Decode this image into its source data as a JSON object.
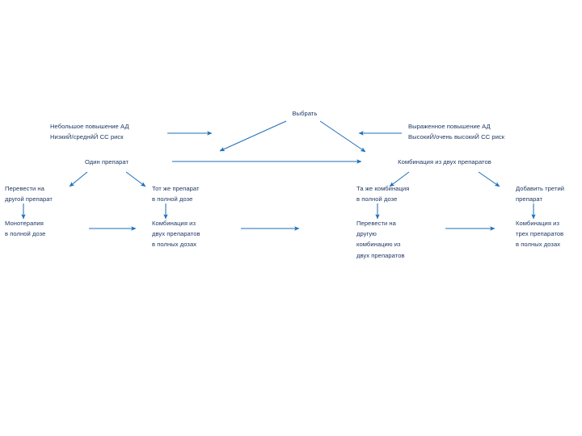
{
  "diagram": {
    "title_node": {
      "label": "Выбрать"
    },
    "colors": {
      "text": "#1F3864",
      "arrow": "#1F6FB5",
      "background": "#FFFFFF"
    },
    "branch_left": {
      "condition": {
        "line1": "Небольшое повышение АД",
        "line2": "НизкиЙ/среднйЙ СС риск"
      },
      "strategy": {
        "label": "Один препарат"
      },
      "option_a": {
        "step1_line1": "Перевести на",
        "step1_line2": "другой препарат",
        "step2_line1": "Монотерапия",
        "step2_line2": "в полной дозе"
      },
      "option_b": {
        "step1_line1": "Тот же препарат",
        "step1_line2": "в полной дозе",
        "step2_line1": "Комбинация из",
        "step2_line2": "двух препаратов",
        "step2_line3": "в полных дозах"
      }
    },
    "branch_right": {
      "condition": {
        "line1": "Выраженное повышение АД",
        "line2": "ВысокиЙ/очень высокиЙ СС риск"
      },
      "strategy": {
        "label": "Комбинация из двух препаратов"
      },
      "option_a": {
        "step1_line1": "Та же комбинация",
        "step1_line2": "в полной дозе",
        "step2_line1": "Перевести на",
        "step2_line2": "другую",
        "step2_line3": "комбинацию из",
        "step2_line4": "двух препаратов"
      },
      "option_b": {
        "step1_line1": "Добавить третий",
        "step1_line2": "препарат",
        "step2_line1": "Комбинация из",
        "step2_line2": "трех препаратов",
        "step2_line3": "в полных дозах"
      }
    }
  }
}
